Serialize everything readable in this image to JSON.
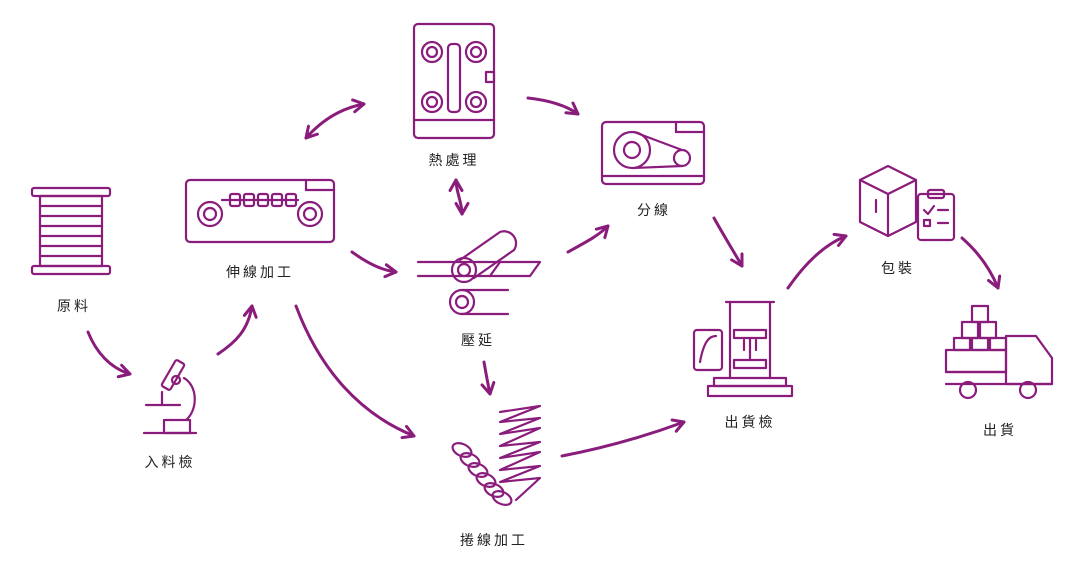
{
  "colors": {
    "accent": "#8a1c7c",
    "label": "#222222",
    "background": "#ffffff"
  },
  "steps": {
    "raw_material": {
      "label": "原料",
      "icon": "wire-spool-icon"
    },
    "incoming_inspection": {
      "label": "入料檢",
      "icon": "microscope-icon"
    },
    "wire_drawing": {
      "label": "伸線加工",
      "icon": "drawing-machine-icon"
    },
    "heat_treatment": {
      "label": "熱處理",
      "icon": "heat-treatment-machine-icon"
    },
    "rolling": {
      "label": "壓延",
      "icon": "rolling-mill-icon"
    },
    "slitting": {
      "label": "分線",
      "icon": "slitting-machine-icon"
    },
    "coiling": {
      "label": "捲線加工",
      "icon": "coil-spring-icon"
    },
    "final_inspection": {
      "label": "出貨檢",
      "icon": "tensile-tester-icon"
    },
    "packing": {
      "label": "包裝",
      "icon": "package-checklist-icon"
    },
    "shipping": {
      "label": "出貨",
      "icon": "delivery-truck-icon"
    }
  }
}
